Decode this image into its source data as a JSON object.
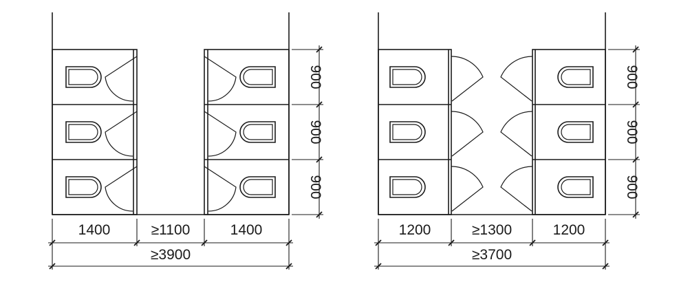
{
  "left_plan": {
    "dims_horizontal": [
      "1400",
      "≥1100",
      "1400"
    ],
    "dim_total": "≥3900",
    "dims_vertical": [
      "900",
      "900",
      "900"
    ]
  },
  "right_plan": {
    "dims_horizontal": [
      "1200",
      "≥1300",
      "1200"
    ],
    "dim_total": "≥3700",
    "dims_vertical": [
      "900",
      "900",
      "900"
    ]
  },
  "colors": {
    "line": "#1a1a1a",
    "background": "#ffffff"
  }
}
